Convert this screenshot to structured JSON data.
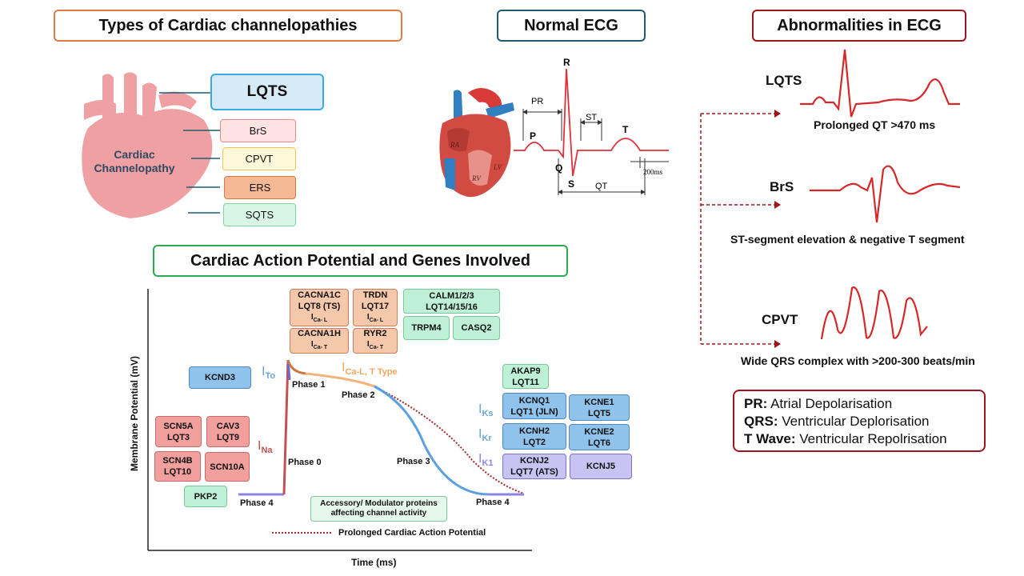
{
  "titles": {
    "types": "Types of Cardiac channelopathies",
    "normal_ecg": "Normal ECG",
    "abnormal": "Abnormalities in ECG",
    "action_potential": "Cardiac Action Potential and Genes Involved"
  },
  "heart_label": "Cardiac Channelopathy",
  "types": [
    "LQTS",
    "BrS",
    "CPVT",
    "ERS",
    "SQTS"
  ],
  "ecg_labels": {
    "R": "R",
    "P": "P",
    "Q": "Q",
    "S": "S",
    "T": "T",
    "PR": "PR",
    "ST": "ST",
    "QT": "QT",
    "scale": "200ms",
    "chambers": [
      "RA",
      "RV",
      "LV"
    ]
  },
  "abnormalities": [
    {
      "name": "LQTS",
      "desc": "Prolonged QT  >470 ms"
    },
    {
      "name": "BrS",
      "desc": "ST-segment elevation & negative T segment"
    },
    {
      "name": "CPVT",
      "desc": "Wide QRS complex with >200-300 beats/min"
    }
  ],
  "legend": [
    {
      "key": "PR:",
      "value": "Atrial Depolarisation"
    },
    {
      "key": "QRS:",
      "value": "Ventricular Deplorisation"
    },
    {
      "key": "T Wave:",
      "value": "Ventricular Repolrisation"
    }
  ],
  "axes": {
    "y": "Membrane Potential (mV)",
    "x": "Time (ms)"
  },
  "phases": [
    "Phase 0",
    "Phase 1",
    "Phase 2",
    "Phase 3",
    "Phase 4",
    "Phase 4"
  ],
  "currents": {
    "ito": {
      "main": "I",
      "sub": "To"
    },
    "ical": {
      "main": "I",
      "sub": "Ca-L, T Type"
    },
    "ina": {
      "main": "I",
      "sub": "Na"
    },
    "iks": {
      "main": "I",
      "sub": "Ks"
    },
    "ikr": {
      "main": "I",
      "sub": "Kr"
    },
    "ik1": {
      "main": "I",
      "sub": "K1"
    }
  },
  "genes": {
    "cacna1c": [
      "CACNA1C",
      "LQT8 (TS)",
      "I",
      "Ca- L"
    ],
    "trdn": [
      "TRDN",
      "LQT17",
      "I",
      "Ca- L"
    ],
    "calm": [
      "CALM1/2/3",
      "LQT14/15/16"
    ],
    "trpm4": "TRPM4",
    "casq2": "CASQ2",
    "cacna1h": [
      "CACNA1H",
      "I",
      "Ca- T"
    ],
    "ryr2": [
      "RYR2",
      "I",
      "Ca- T"
    ],
    "kcnd3": "KCND3",
    "scn5a": [
      "SCN5A",
      "LQT3"
    ],
    "cav3": [
      "CAV3",
      "LQT9"
    ],
    "scn4b": [
      "SCN4B",
      "LQT10"
    ],
    "scn10a": "SCN10A",
    "pkp2": "PKP2",
    "akap9": [
      "AKAP9",
      "LQT11"
    ],
    "kcnq1": [
      "KCNQ1",
      "LQT1 (JLN)"
    ],
    "kcne1": [
      "KCNE1",
      "LQT5"
    ],
    "kcnh2": [
      "KCNH2",
      "LQT2"
    ],
    "kcne2": [
      "KCNE2",
      "LQT6"
    ],
    "kcnj2": [
      "KCNJ2",
      "LQT7 (ATS)"
    ],
    "kcnj5": "KCNJ5"
  },
  "accessory": [
    "Accessory/ Modulator proteins",
    "affecting channel activity"
  ],
  "prolonged_legend": "Prolonged Cardiac Action Potential",
  "colors": {
    "orange": "#e07b45",
    "teal": "#1f5c70",
    "darkred": "#a0141e",
    "green": "#2fa84f",
    "ecg_red": "#d62828",
    "heart_pink": "#efa0a2"
  }
}
